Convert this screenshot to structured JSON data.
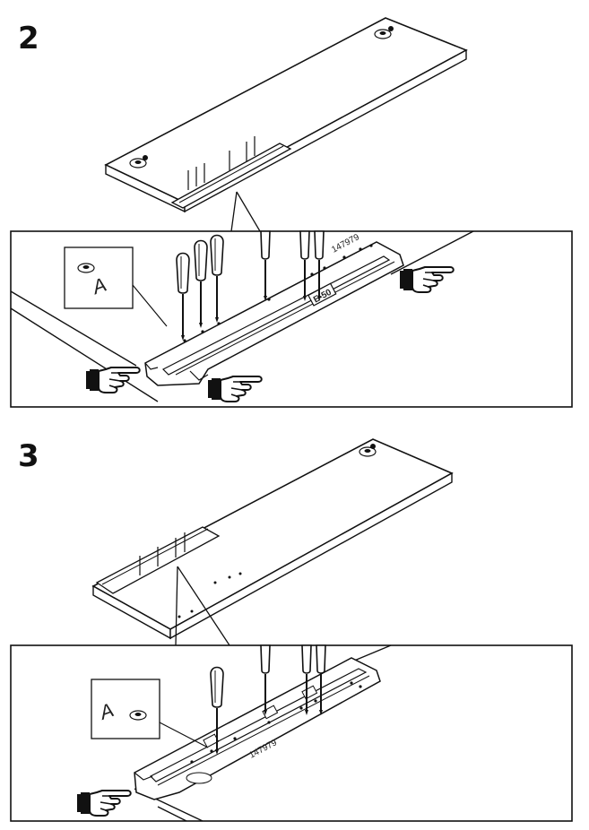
{
  "steps": [
    {
      "number": "2",
      "detail_label": "147979",
      "template_marker": "E-50",
      "part_letter": "A"
    },
    {
      "number": "3",
      "detail_label": "147979",
      "part_letter": "A"
    }
  ],
  "colors": {
    "ink": "#111111",
    "paper": "#ffffff",
    "shadow": "#e9e9e9"
  },
  "icons": [
    "hand-pointing-icon",
    "screwdriver-icon",
    "drill-hole-icon"
  ]
}
